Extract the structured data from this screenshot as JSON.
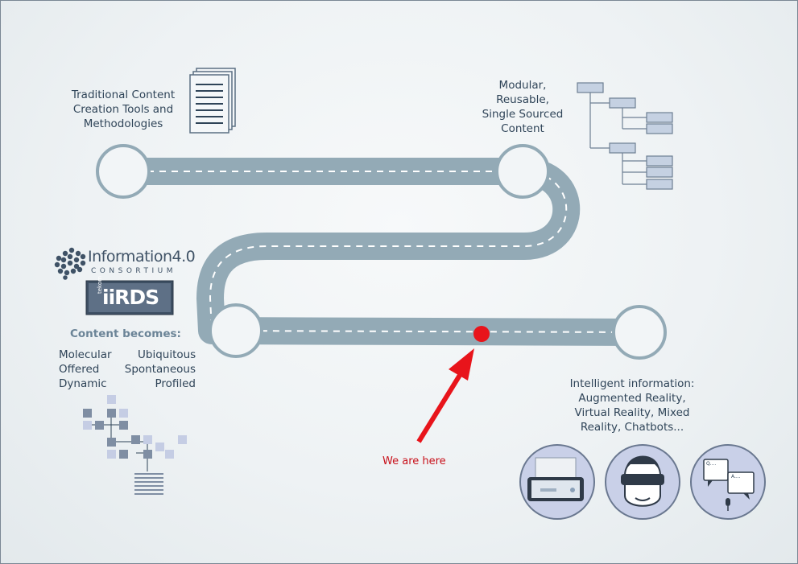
{
  "labels": {
    "traditional": [
      "Traditional Content",
      "Creation Tools and",
      "Methodologies"
    ],
    "modular": [
      "Modular,",
      "Reusable,",
      "Single Sourced",
      "Content"
    ],
    "content_becomes": "Content becomes:",
    "molecular": "Molecular",
    "ubiquitous": "Ubiquitous",
    "offered": "Offered",
    "spontaneous": "Spontaneous",
    "dynamic": "Dynamic",
    "profiled": "Profiled",
    "intelligent": [
      "Intelligent information:",
      "Augmented Reality,",
      "Virtual Reality, Mixed",
      "Reality, Chatbots..."
    ],
    "we_are_here": "We are here"
  },
  "logos": {
    "information40_main": "Information4.0",
    "information40_sub": "CONSORTIUM",
    "iirds_prefix": "tekom",
    "iirds": "iiRDS"
  },
  "chatbot": {
    "bubble1": "Q....",
    "bubble2": "A...."
  },
  "colors": {
    "road": "#93aab6",
    "node_fill": "#f2f5f7",
    "node_stroke": "#93aab6",
    "marker": "#e8141b",
    "arrow": "#e8141b",
    "tree_box": "#c5d1e2",
    "tree_stroke": "#6d7f93",
    "circle_fill": "#c9d0e8"
  },
  "icons": {
    "documents": "document-stack-icon",
    "tree": "hierarchy-tree-icon",
    "molecule": "molecule-grid-icon",
    "ar": "augmented-reality-icon",
    "vr": "vr-headset-icon",
    "chat": "chatbot-icon"
  }
}
